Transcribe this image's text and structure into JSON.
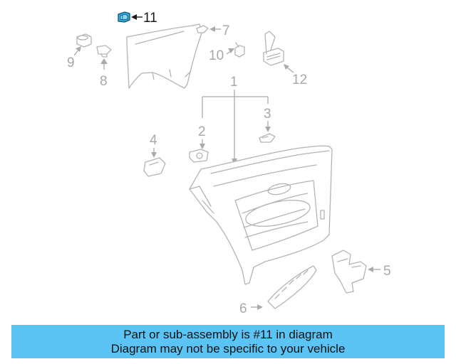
{
  "diagram": {
    "callouts": {
      "c1": "1",
      "c2": "2",
      "c3": "3",
      "c4": "4",
      "c5": "5",
      "c6": "6",
      "c7": "7",
      "c8": "8",
      "c9": "9",
      "c10": "10",
      "c11": "11",
      "c12": "12"
    },
    "highlighted_part": "11",
    "highlight_color": "#2bb3e6",
    "line_color": "#b4b4b4"
  },
  "banner": {
    "line1": "Part or sub-assembly is #11 in diagram",
    "line2": "Diagram may not be specific to your vehicle",
    "background": "#5bc4f5"
  }
}
